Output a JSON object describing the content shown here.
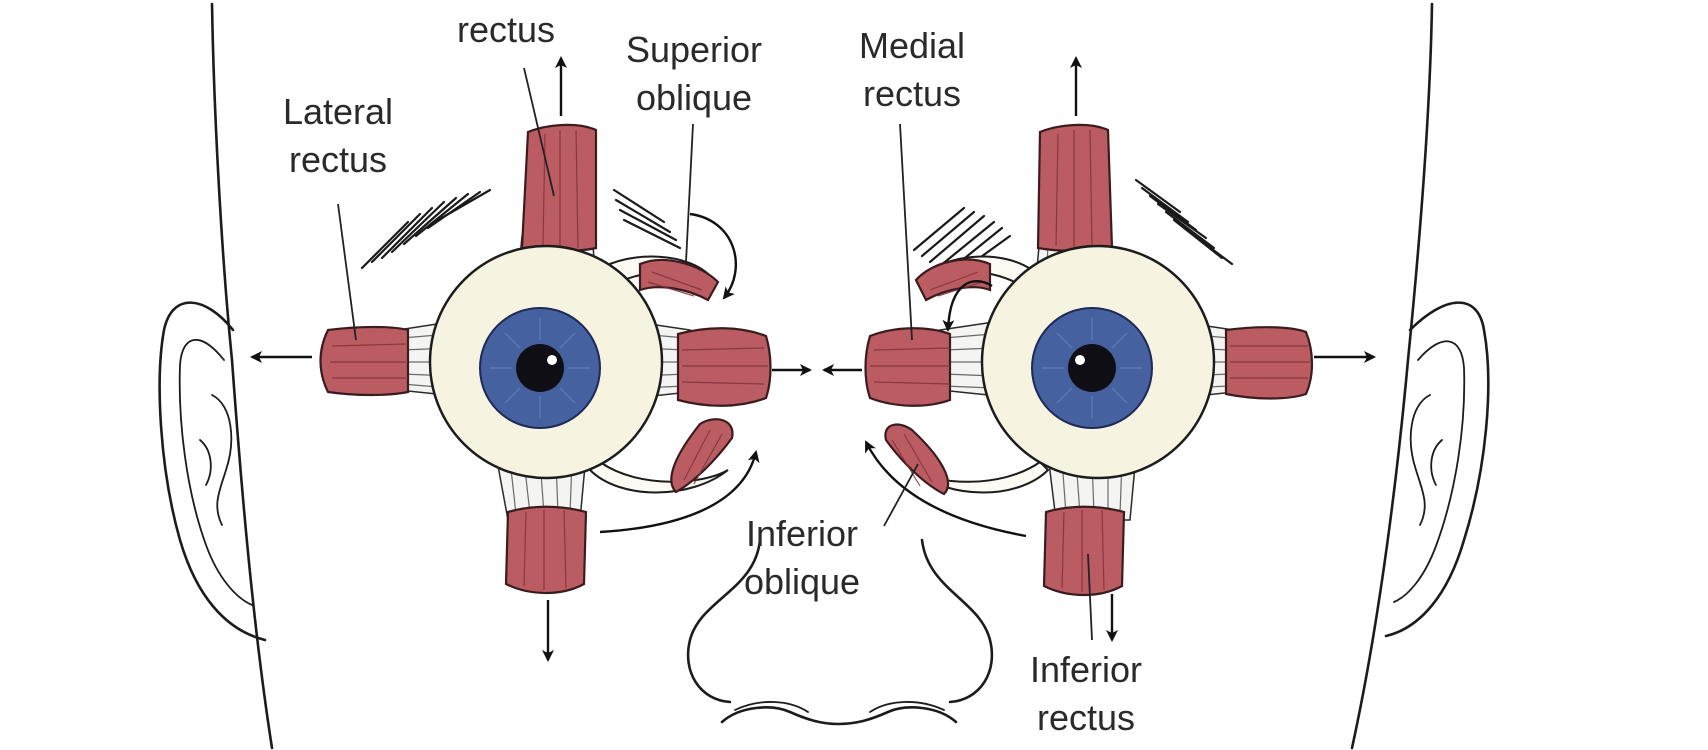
{
  "labels": {
    "superior_rectus": "rectus",
    "superior_oblique_1": "Superior",
    "superior_oblique_2": "oblique",
    "medial_rectus_1": "Medial",
    "medial_rectus_2": "rectus",
    "lateral_rectus_1": "Lateral",
    "lateral_rectus_2": "rectus",
    "inferior_oblique_1": "Inferior",
    "inferior_oblique_2": "oblique",
    "inferior_rectus_1": "Inferior",
    "inferior_rectus_2": "rectus"
  },
  "colors": {
    "muscle": "#bb5c63",
    "iris": "#46619f",
    "sclera": "#f6f3e0"
  }
}
